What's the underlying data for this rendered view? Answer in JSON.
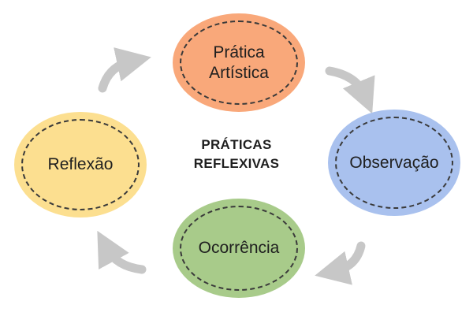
{
  "diagram": {
    "title_lines": [
      "PRÁTICAS",
      "REFLEXIVAS"
    ],
    "nodes": [
      {
        "id": "top",
        "label": "Prática\nArtística",
        "color": "#F9A87A"
      },
      {
        "id": "right",
        "label": "Observação",
        "color": "#A9C1EE"
      },
      {
        "id": "bottom",
        "label": "Ocorrência",
        "color": "#A8CB8A"
      },
      {
        "id": "left",
        "label": "Reflexão",
        "color": "#FCDF90"
      }
    ],
    "arrow_color": "#C7C7C7",
    "ring_style": "dashed"
  }
}
